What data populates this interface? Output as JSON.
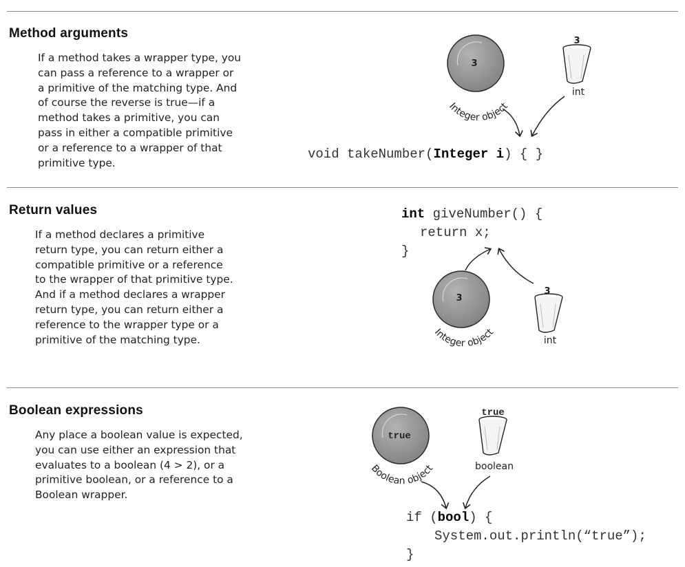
{
  "sections": [
    {
      "heading": "Method arguments",
      "paragraph": [
        "If a method takes a wrapper type, you",
        "can pass a reference to a wrapper or",
        "a primitive of the matching type. And",
        "of course the reverse is true—if a",
        "method takes a primitive, you can",
        "pass in either a compatible primitive",
        "or a reference to a wrapper of that",
        "primitive type."
      ],
      "code": {
        "prefix": "void takeNumber(",
        "bold": "Integer i",
        "suffix": ") { }"
      },
      "object": {
        "value": "3",
        "label": "Integer object"
      },
      "cup": {
        "value": "3",
        "label": "int"
      }
    },
    {
      "heading": "Return values",
      "paragraph": [
        "If a method declares a primitive",
        "return type, you can return either a",
        "compatible primitive or a reference",
        "to the wrapper of that primitive type.",
        "And if a method declares a wrapper",
        "return type, you can return either a",
        "reference to the wrapper type or a",
        "primitive of the matching type."
      ],
      "code": {
        "line1_bold": "int",
        "line1_rest": " giveNumber() {",
        "line2": "return x;",
        "line3": "}"
      },
      "object": {
        "value": "3",
        "label": "Integer object"
      },
      "cup": {
        "value": "3",
        "label": "int"
      }
    },
    {
      "heading": "Boolean expressions",
      "paragraph": [
        "Any place a boolean value is expected,",
        "you can use either an expression that",
        "evaluates to a boolean (4 > 2), or a",
        "primitive boolean, or a reference to a",
        "Boolean wrapper."
      ],
      "code": {
        "line1_prefix": "if (",
        "line1_bold": "bool",
        "line1_suffix": ") {",
        "line2": "System.out.println(“true”);",
        "line3": "}"
      },
      "object": {
        "value": "true",
        "label": "Boolean object"
      },
      "cup": {
        "value": "true",
        "label": "boolean"
      }
    }
  ],
  "colors": {
    "sphere": "#8f8f8f",
    "rule": "#8a8a8a",
    "ink": "#222222"
  }
}
